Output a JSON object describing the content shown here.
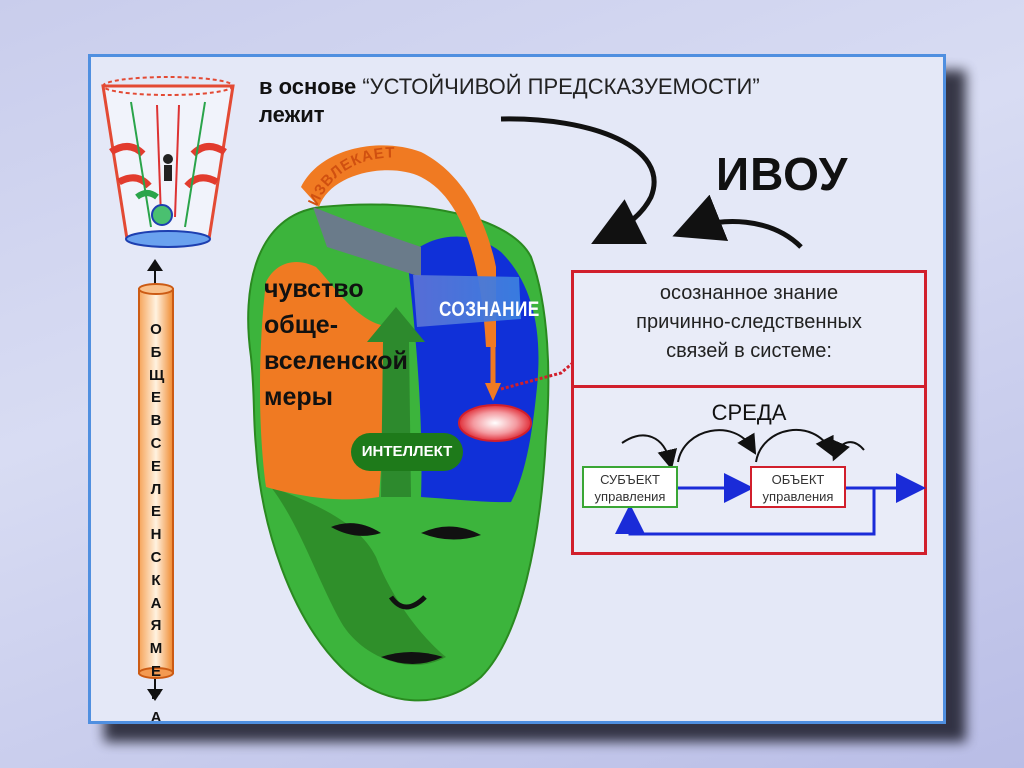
{
  "slide": {
    "header_prefix": "в основе",
    "header_quote": "“УСТОЙЧИВОЙ ПРЕДСКАЗУЕМОСТИ”",
    "header_suffix": "лежит",
    "ivou": "ИВОУ"
  },
  "vertical_label": "ОБЩЕВСЕЛЕНСКАЯ МЕРА",
  "head": {
    "feeling_lines": [
      "чувство",
      "обще-",
      "вселенской",
      "меры"
    ],
    "extracts_label": "ИЗВЛЕКАЕТ",
    "consciousness_label": "СОЗНАНИЕ",
    "intellect_label": "ИНТЕЛЛЕКТ"
  },
  "info_box": {
    "lines": [
      "осознанное знание",
      "причинно-следственных",
      "связей в системе:"
    ]
  },
  "environment": {
    "title": "СРЕДА",
    "subject_label": [
      "СУБЪЕКТ",
      "управления"
    ],
    "object_label": [
      "ОБЪЕКТ",
      "управления"
    ]
  },
  "colors": {
    "frame_border": "#4f8fe0",
    "red_box": "#d11f2c",
    "head_green": "#3cb43c",
    "feeling_orange": "#f07a22",
    "consciousness_blue": "#1030d8",
    "feedback_blue": "#1a2bd8"
  }
}
